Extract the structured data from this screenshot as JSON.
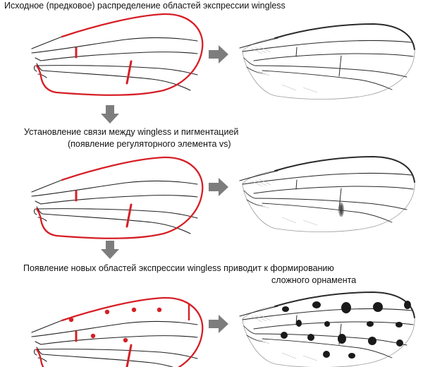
{
  "captions": {
    "stage1": "Исходное (предковое) распределение областей экспрессии wingless",
    "stage2_line1": "Установление связи между wingless и пигментацией",
    "stage2_line2": "(появление регуляторного элемента vs)",
    "stage3_line1": "Появление новых областей экспрессии wingless приводит к формированию",
    "stage3_line2": "сложного орнамента"
  },
  "colors": {
    "expression_red": "#d61f26",
    "vein_black": "#222222",
    "arrow_grey": "#7d7d7d",
    "pigment": "#1a1a1a"
  },
  "stages": [
    {
      "id": "ancestral",
      "expression_spots": 0,
      "pigment_spots": 0
    },
    {
      "id": "linked",
      "expression_spots": 0,
      "pigment_spots": 1
    },
    {
      "id": "complex",
      "expression_spots": 6,
      "pigment_spots": 16
    }
  ]
}
